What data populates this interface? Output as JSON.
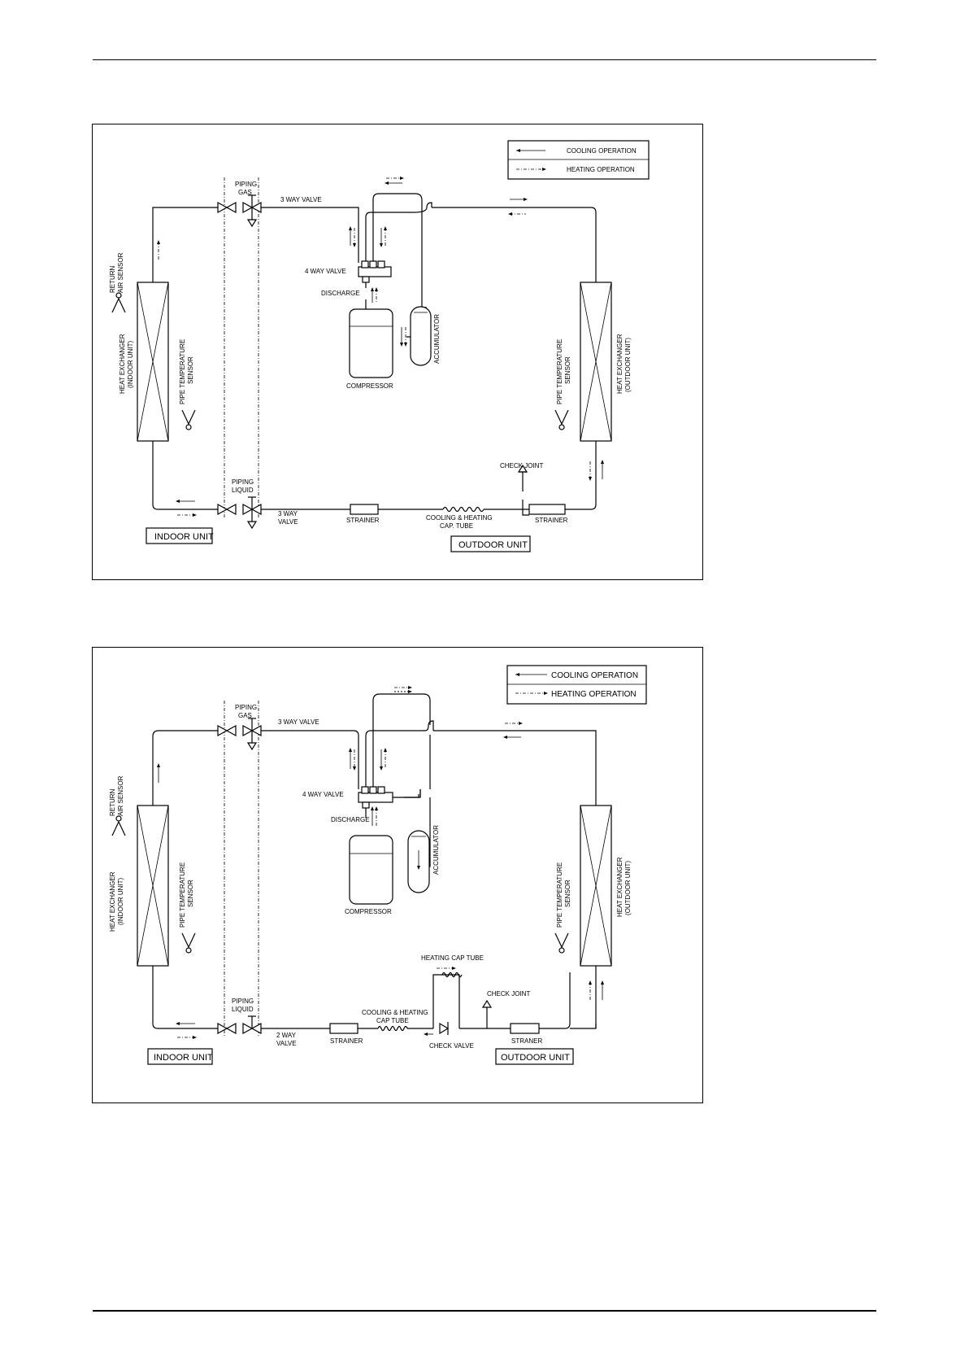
{
  "diagrams": [
    {
      "legend": {
        "cooling": "COOLING OPERATION",
        "heating": "HEATING OPERATION"
      },
      "labels": {
        "piping_gas": [
          "PIPING",
          "GAS"
        ],
        "three_way_valve_top": "3 WAY VALVE",
        "four_way_valve": "4 WAY VALVE",
        "discharge": "DISCHARGE",
        "compressor": "COMPRESSOR",
        "accumulator": "ACCUMULATOR",
        "return_air_sensor": [
          "RETURN",
          "AIR SENSOR"
        ],
        "heat_exchanger_indoor": [
          "HEAT EXCHANGER",
          "(INDOOR UNIT)"
        ],
        "pipe_temp_sensor_indoor": [
          "PIPE TEMPERATURE",
          "SENSOR"
        ],
        "pipe_temp_sensor_outdoor": [
          "PIPE TEMPERATURE",
          "SENSOR"
        ],
        "heat_exchanger_outdoor": [
          "HEAT EXCHANGER",
          "(OUTDOOR UNIT)"
        ],
        "piping_liquid": [
          "PIPING",
          "LIQUID"
        ],
        "bottom_valve": [
          "3 WAY",
          "VALVE"
        ],
        "strainer_left": "STRAINER",
        "cap_tube": [
          "COOLING & HEATING",
          "CAP. TUBE"
        ],
        "check_joint": "CHECK JOINT",
        "strainer_right": "STRAINER",
        "indoor_unit": "INDOOR UNIT",
        "outdoor_unit": "OUTDOOR UNIT"
      }
    },
    {
      "legend": {
        "cooling": "COOLING  OPERATION",
        "heating": "HEATING  OPERATION"
      },
      "labels": {
        "piping_gas": [
          "PIPING",
          "GAS"
        ],
        "three_way_valve_top": "3  WAY  VALVE",
        "four_way_valve": "4  WAY  VALVE",
        "discharge": "DISCHARGE",
        "compressor": "COMPRESSOR",
        "accumulator": "ACCUMULATOR",
        "return_air_sensor": [
          "RETURN",
          "AIR  SENSOR"
        ],
        "heat_exchanger_indoor": [
          "HEAT  EXCHANGER",
          "(INDOOR UNIT)"
        ],
        "pipe_temp_sensor_indoor": [
          "PIPE  TEMPERATURE",
          "SENSOR"
        ],
        "pipe_temp_sensor_outdoor": [
          "PIPE  TEMPERATURE",
          "SENSOR"
        ],
        "heat_exchanger_outdoor": [
          "HEAT  EXCHANGER",
          "(OUTDOOR UNIT)"
        ],
        "piping_liquid": [
          "PIPING",
          "LIQUID"
        ],
        "bottom_valve": [
          "2  WAY",
          "VALVE"
        ],
        "strainer_left": "STRAINER",
        "cap_tube": [
          "COOLING  &  HEATING",
          "CAP  TUBE"
        ],
        "heating_cap_tube": "HEATING  CAP  TUBE",
        "check_valve": "CHECK  VALVE",
        "check_joint": "CHECK  JOINT",
        "strainer_right": "STRANER",
        "indoor_unit": "INDOOR  UNIT",
        "outdoor_unit": "OUTDOOR  UNIT"
      }
    }
  ]
}
